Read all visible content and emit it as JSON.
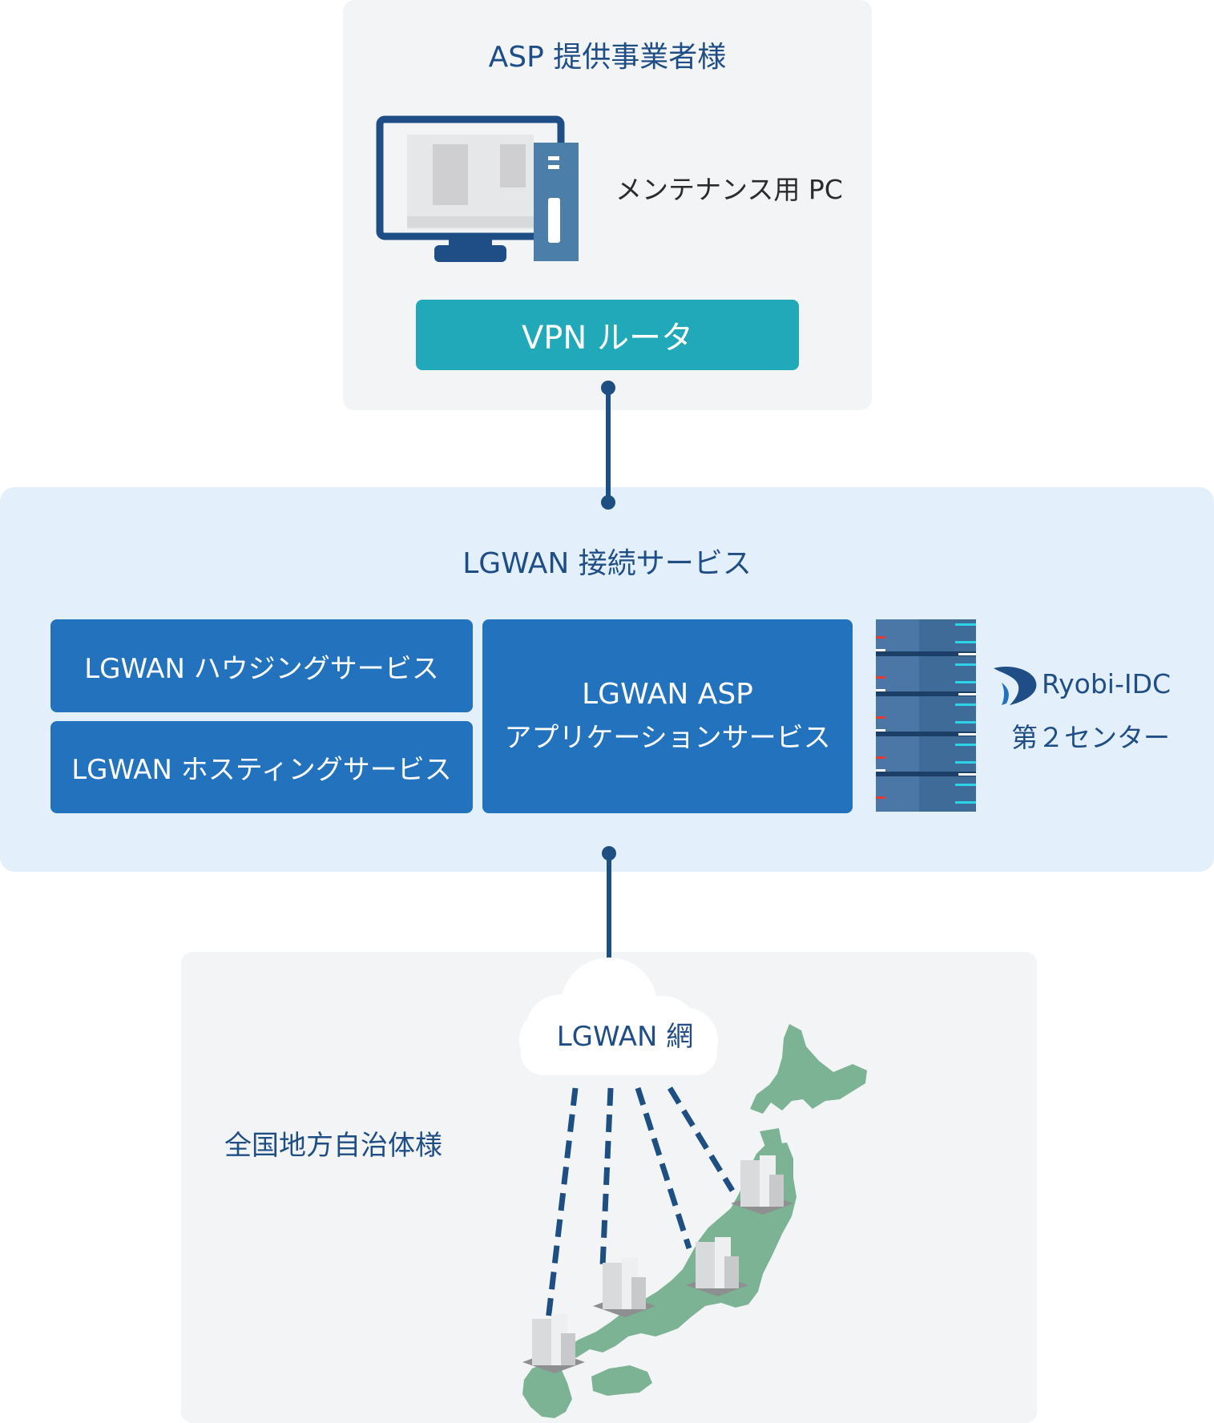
{
  "asp_provider": {
    "title": "ASP 提供事業者様",
    "pc_label": "メンテナンス用 PC",
    "router_label": "VPN ルータ"
  },
  "lgwan_service": {
    "title": "LGWAN 接続サービス",
    "housing_label": "LGWAN ハウジングサービス",
    "hosting_label": "LGWAN ホスティングサービス",
    "asp_line1": "LGWAN ASP",
    "asp_line2": "アプリケーションサービス",
    "datacenter_brand": "Ryobi-IDC",
    "datacenter_name": "第２センター"
  },
  "municipalities": {
    "network_label": "LGWAN 網",
    "title": "全国地方自治体様"
  },
  "colors": {
    "navy": "#1f4e86",
    "blue_box": "#2272bd",
    "teal": "#21a9b9",
    "light_blue_panel": "#e3f0fb",
    "gray_panel": "#f3f4f6",
    "map_green": "#7bb394",
    "line": "#1d4f82"
  }
}
